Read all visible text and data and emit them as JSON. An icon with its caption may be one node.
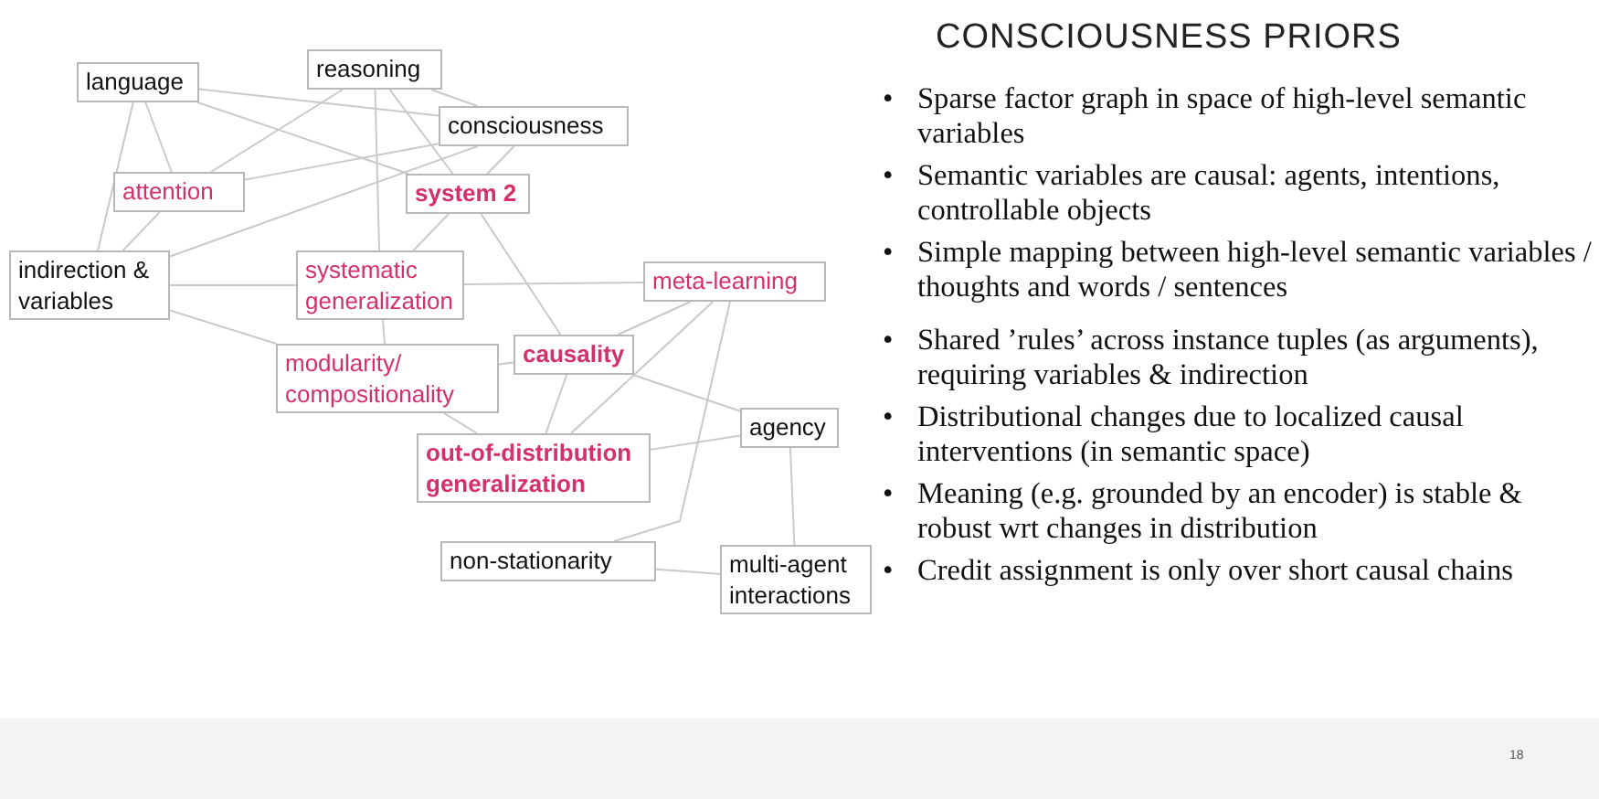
{
  "diagram": {
    "title": "CONSCIOUSNESS PRIORS",
    "nodes": [
      {
        "text": [
          "language"
        ]
      },
      {
        "text": [
          "reasoning"
        ]
      },
      {
        "text": [
          "consciousness"
        ]
      },
      {
        "text": [
          "attention"
        ]
      },
      {
        "text": [
          "indirection & variables"
        ]
      },
      {
        "text": [
          "system 2"
        ]
      },
      {
        "text": [
          "systematic generalization"
        ]
      },
      {
        "text": [
          "meta-learning"
        ]
      },
      {
        "text": [
          "modularity/ compositionality"
        ]
      },
      {
        "text": [
          "causality"
        ]
      },
      {
        "text": [
          "out-of-distribution generalization"
        ]
      },
      {
        "text": [
          "agency"
        ]
      },
      {
        "text": [
          "non-stationarity"
        ]
      },
      {
        "text": [
          "multi-agent interactions"
        ]
      }
    ],
    "edges": [
      {
        "from": 0,
        "to": 3,
        "arrow": "none"
      },
      {
        "from": 0,
        "to": 5,
        "arrow": "none"
      },
      {
        "from": 0,
        "to": 2,
        "arrow": "none"
      },
      {
        "from": 0,
        "to": 4,
        "arrow": "none"
      },
      {
        "from": 1,
        "to": 3,
        "arrow": "none"
      },
      {
        "from": 1,
        "to": 5,
        "arrow": "none"
      },
      {
        "from": 1,
        "to": 6,
        "arrow": "none"
      },
      {
        "from": 1,
        "to": 2,
        "arrow": "none"
      },
      {
        "from": 2,
        "to": 3,
        "arrow": "none"
      },
      {
        "from": 2,
        "to": 4,
        "arrow": "none"
      },
      {
        "from": 2,
        "to": 5,
        "arrow": "none"
      },
      {
        "from": 3,
        "to": 4,
        "arrow": "none"
      },
      {
        "from": 5,
        "to": 6,
        "arrow": "none"
      },
      {
        "from": 4,
        "to": 6,
        "arrow": "none"
      },
      {
        "from": 4,
        "to": 8,
        "arrow": "none"
      },
      {
        "from": 5,
        "to": 9,
        "arrow": "none"
      },
      {
        "from": 6,
        "to": 7,
        "arrow": "none"
      },
      {
        "from": 6,
        "to": 8,
        "arrow": "none"
      },
      {
        "from": 7,
        "to": 10,
        "arrow": "none"
      },
      {
        "from": 7,
        "to": 12,
        "arrow": "none"
      },
      {
        "from": 7,
        "to": 9,
        "arrow": "none"
      },
      {
        "from": 8,
        "to": 9,
        "arrow": "none"
      },
      {
        "from": 8,
        "to": 10,
        "arrow": "none"
      },
      {
        "from": 9,
        "to": 10,
        "arrow": "none"
      },
      {
        "from": 9,
        "to": 11,
        "arrow": "none"
      },
      {
        "from": 10,
        "to": 11,
        "arrow": "none"
      },
      {
        "from": 12,
        "to": 13,
        "arrow": "none"
      },
      {
        "from": 11,
        "to": 13,
        "arrow": "none"
      }
    ],
    "labels": [
      "•",
      "Sparse factor graph in space of high-level semantic variables",
      "•",
      "Semantic variables are causal: agents, intentions, controllable objects",
      "•",
      "Simple mapping between high-level semantic variables / thoughts and words / sentences",
      "•",
      "Shared ’rules’ across instance tuples (as arguments), requiring variables & indirection",
      "•",
      "Distributional changes due to localized causal interventions (in semantic space)",
      "•",
      "Meaning (e.g. grounded by an encoder) is stable & robust wrt changes in distribution",
      "•",
      "Credit assignment is only over short causal chains",
      "18"
    ]
  }
}
